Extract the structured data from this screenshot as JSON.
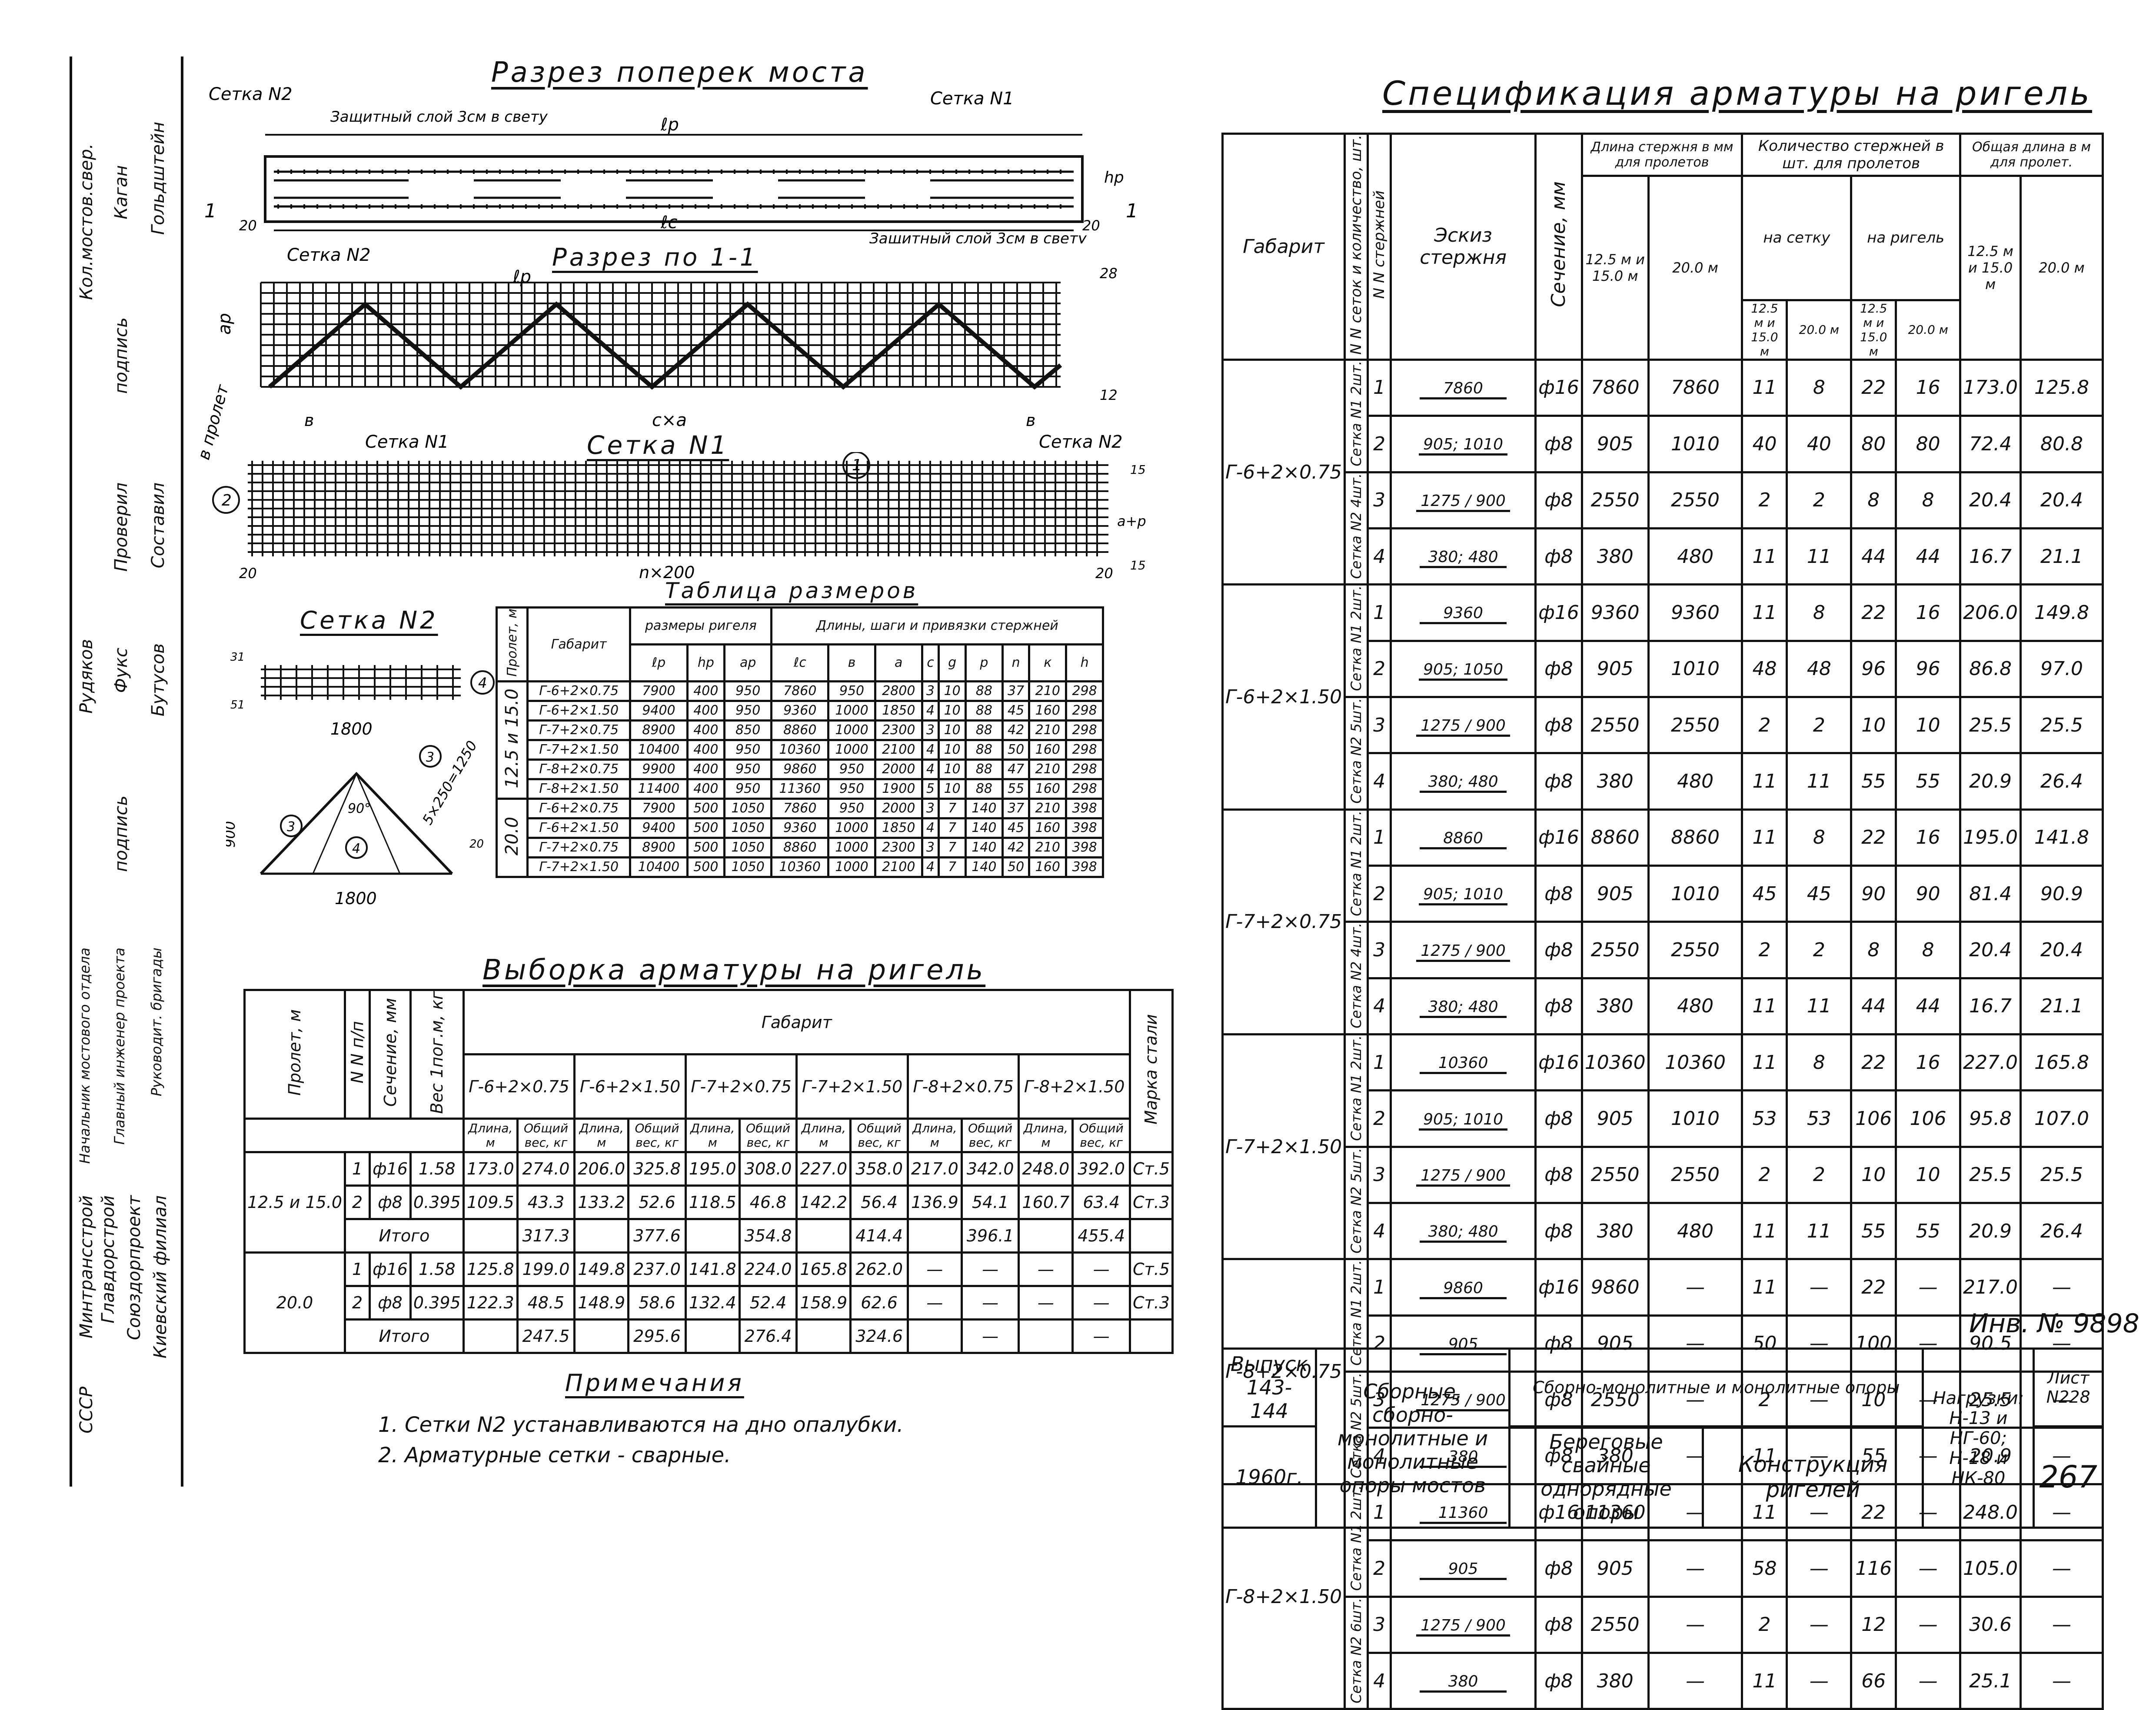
{
  "sheet": {
    "inv": "Инв. № 9898"
  },
  "left_panel": {
    "roles": [
      "Кол.мостов.свер.",
      "Проверил",
      "Составил",
      "Начальник мостового отдела",
      "Главный инженер проекта",
      "Руководит. бригады"
    ],
    "names": [
      "Каган",
      "Гольдштейн",
      "Рудяков",
      "Фукс",
      "Бутусов"
    ],
    "podpis": [
      "подпись",
      "подпись"
    ],
    "org": [
      "СССР",
      "Минтрансстрой",
      "Главдорстрой",
      "Союздорпроект",
      "Киевский филиал"
    ]
  },
  "cross_section": {
    "title": "Разрез поперек моста",
    "labels": [
      "Сетка N2",
      "Защитный слой 3см в свету",
      "ℓр",
      "Сетка N1",
      "ℓс",
      "Защитный слой 3см в свету",
      "hр",
      "20",
      "20",
      "1",
      "1"
    ]
  },
  "section11": {
    "title": "Разрез по 1-1",
    "labels": [
      "Сетка N2",
      "ℓр",
      "ар",
      "в пролет",
      "в",
      "в",
      "с×а",
      "Сетка N1",
      "Сетка N2",
      "28",
      "12"
    ]
  },
  "mesh1": {
    "title": "Сетка N1",
    "labels": [
      "1",
      "2",
      "20",
      "n×200",
      "20",
      "а+р",
      "15",
      "15"
    ]
  },
  "mesh2": {
    "title": "Сетка N2",
    "labels": [
      "4",
      "1800",
      "3",
      "5×250=1250",
      "3",
      "4",
      "90°",
      "900",
      "1800",
      "31",
      "51",
      "20"
    ]
  },
  "dims_table": {
    "title": "Таблица размеров",
    "h_span": "Пролет, м",
    "h_gab": "Габарит",
    "h_sizes": "размеры ригеля",
    "h_lengths": "Длины, шаги и привязки стержней",
    "cols": [
      "ℓр",
      "hр",
      "ар",
      "ℓс",
      "в",
      "а",
      "с",
      "g",
      "р",
      "n",
      "к",
      "h"
    ],
    "groups": [
      {
        "span": "12.5 и 15.0",
        "rows": [
          [
            "Г-6+2×0.75",
            "7900",
            "400",
            "950",
            "7860",
            "950",
            "2800",
            "3",
            "10",
            "88",
            "37",
            "210",
            "298"
          ],
          [
            "Г-6+2×1.50",
            "9400",
            "400",
            "950",
            "9360",
            "1000",
            "1850",
            "4",
            "10",
            "88",
            "45",
            "160",
            "298"
          ],
          [
            "Г-7+2×0.75",
            "8900",
            "400",
            "850",
            "8860",
            "1000",
            "2300",
            "3",
            "10",
            "88",
            "42",
            "210",
            "298"
          ],
          [
            "Г-7+2×1.50",
            "10400",
            "400",
            "950",
            "10360",
            "1000",
            "2100",
            "4",
            "10",
            "88",
            "50",
            "160",
            "298"
          ],
          [
            "Г-8+2×0.75",
            "9900",
            "400",
            "950",
            "9860",
            "950",
            "2000",
            "4",
            "10",
            "88",
            "47",
            "210",
            "298"
          ],
          [
            "Г-8+2×1.50",
            "11400",
            "400",
            "950",
            "11360",
            "950",
            "1900",
            "5",
            "10",
            "88",
            "55",
            "160",
            "298"
          ]
        ]
      },
      {
        "span": "20.0",
        "rows": [
          [
            "Г-6+2×0.75",
            "7900",
            "500",
            "1050",
            "7860",
            "950",
            "2000",
            "3",
            "7",
            "140",
            "37",
            "210",
            "398"
          ],
          [
            "Г-6+2×1.50",
            "9400",
            "500",
            "1050",
            "9360",
            "1000",
            "1850",
            "4",
            "7",
            "140",
            "45",
            "160",
            "398"
          ],
          [
            "Г-7+2×0.75",
            "8900",
            "500",
            "1050",
            "8860",
            "1000",
            "2300",
            "3",
            "7",
            "140",
            "42",
            "210",
            "398"
          ],
          [
            "Г-7+2×1.50",
            "10400",
            "500",
            "1050",
            "10360",
            "1000",
            "2100",
            "4",
            "7",
            "140",
            "50",
            "160",
            "398"
          ]
        ]
      }
    ]
  },
  "selection": {
    "title": "Выборка арматуры на ригель",
    "h_span": "Пролет, м",
    "h_no": "N N п/п",
    "h_sec": "Сечение, мм",
    "h_wt": "Вес 1пог.м, кг",
    "h_gab": "Габарит",
    "h_steel": "Марка стали",
    "gabs": [
      "Г-6+2×0.75",
      "Г-6+2×1.50",
      "Г-7+2×0.75",
      "Г-7+2×1.50",
      "Г-8+2×0.75",
      "Г-8+2×1.50"
    ],
    "sub_len": "Длина, м",
    "sub_wt": "Общий вес, кг",
    "itogo": "Итого",
    "groups": [
      {
        "span": "12.5 и 15.0",
        "rows": [
          {
            "n": "1",
            "sec": "ф16",
            "wt": "1.58",
            "vals": [
              "173.0",
              "274.0",
              "206.0",
              "325.8",
              "195.0",
              "308.0",
              "227.0",
              "358.0",
              "217.0",
              "342.0",
              "248.0",
              "392.0"
            ],
            "steel": "Ст.5"
          },
          {
            "n": "2",
            "sec": "ф8",
            "wt": "0.395",
            "vals": [
              "109.5",
              "43.3",
              "133.2",
              "52.6",
              "118.5",
              "46.8",
              "142.2",
              "56.4",
              "136.9",
              "54.1",
              "160.7",
              "63.4"
            ],
            "steel": "Ст.3"
          }
        ],
        "total": [
          "317.3",
          "377.6",
          "354.8",
          "414.4",
          "396.1",
          "455.4"
        ]
      },
      {
        "span": "20.0",
        "rows": [
          {
            "n": "1",
            "sec": "ф16",
            "wt": "1.58",
            "vals": [
              "125.8",
              "199.0",
              "149.8",
              "237.0",
              "141.8",
              "224.0",
              "165.8",
              "262.0",
              "—",
              "—",
              "—",
              "—"
            ],
            "steel": "Ст.5"
          },
          {
            "n": "2",
            "sec": "ф8",
            "wt": "0.395",
            "vals": [
              "122.3",
              "48.5",
              "148.9",
              "58.6",
              "132.4",
              "52.4",
              "158.9",
              "62.6",
              "—",
              "—",
              "—",
              "—"
            ],
            "steel": "Ст.3"
          }
        ],
        "total": [
          "247.5",
          "295.6",
          "276.4",
          "324.6",
          "—",
          "—"
        ]
      }
    ]
  },
  "notes": {
    "title": "Примечания",
    "items": [
      "1. Сетки N2 устанавливаются на дно опалубки.",
      "2. Арматурные сетки - сварные."
    ]
  },
  "spec": {
    "title": "Спецификация арматуры на ригель",
    "h_gab": "Габарит",
    "h_mesh": "N N сеток и количество, шт.",
    "h_bar": "N N стержней",
    "h_sketch": "Эскиз стержня",
    "h_sec": "Сечение, мм",
    "h_len": "Длина стержня в мм для пролетов",
    "h_cnt": "Количество стержней в шт. для пролетов",
    "h_on_mesh": "на сетку",
    "h_on_rig": "на ригель",
    "h_total": "Общая длина в м для пролет.",
    "sp1": "12.5 м и 15.0 м",
    "sp2": "20.0 м",
    "groups": [
      {
        "gab": "Г-6+2×0.75",
        "meshes": [
          "Сетка N1 2шт.",
          "Сетка N2 4шт."
        ],
        "rows": [
          [
            "1",
            "7860",
            "ф16",
            "7860",
            "7860",
            "11",
            "8",
            "22",
            "16",
            "173.0",
            "125.8"
          ],
          [
            "2",
            "905; 1010",
            "ф8",
            "905",
            "1010",
            "40",
            "40",
            "80",
            "80",
            "72.4",
            "80.8"
          ],
          [
            "3",
            "1275 / 900",
            "ф8",
            "2550",
            "2550",
            "2",
            "2",
            "8",
            "8",
            "20.4",
            "20.4"
          ],
          [
            "4",
            "380; 480",
            "ф8",
            "380",
            "480",
            "11",
            "11",
            "44",
            "44",
            "16.7",
            "21.1"
          ]
        ]
      },
      {
        "gab": "Г-6+2×1.50",
        "meshes": [
          "Сетка N1 2шт.",
          "Сетка N2 5шт."
        ],
        "rows": [
          [
            "1",
            "9360",
            "ф16",
            "9360",
            "9360",
            "11",
            "8",
            "22",
            "16",
            "206.0",
            "149.8"
          ],
          [
            "2",
            "905; 1050",
            "ф8",
            "905",
            "1010",
            "48",
            "48",
            "96",
            "96",
            "86.8",
            "97.0"
          ],
          [
            "3",
            "1275 / 900",
            "ф8",
            "2550",
            "2550",
            "2",
            "2",
            "10",
            "10",
            "25.5",
            "25.5"
          ],
          [
            "4",
            "380; 480",
            "ф8",
            "380",
            "480",
            "11",
            "11",
            "55",
            "55",
            "20.9",
            "26.4"
          ]
        ]
      },
      {
        "gab": "Г-7+2×0.75",
        "meshes": [
          "Сетка N1 2шт.",
          "Сетка N2 4шт."
        ],
        "rows": [
          [
            "1",
            "8860",
            "ф16",
            "8860",
            "8860",
            "11",
            "8",
            "22",
            "16",
            "195.0",
            "141.8"
          ],
          [
            "2",
            "905; 1010",
            "ф8",
            "905",
            "1010",
            "45",
            "45",
            "90",
            "90",
            "81.4",
            "90.9"
          ],
          [
            "3",
            "1275 / 900",
            "ф8",
            "2550",
            "2550",
            "2",
            "2",
            "8",
            "8",
            "20.4",
            "20.4"
          ],
          [
            "4",
            "380; 480",
            "ф8",
            "380",
            "480",
            "11",
            "11",
            "44",
            "44",
            "16.7",
            "21.1"
          ]
        ]
      },
      {
        "gab": "Г-7+2×1.50",
        "meshes": [
          "Сетка N1 2шт.",
          "Сетка N2 5шт."
        ],
        "rows": [
          [
            "1",
            "10360",
            "ф16",
            "10360",
            "10360",
            "11",
            "8",
            "22",
            "16",
            "227.0",
            "165.8"
          ],
          [
            "2",
            "905; 1010",
            "ф8",
            "905",
            "1010",
            "53",
            "53",
            "106",
            "106",
            "95.8",
            "107.0"
          ],
          [
            "3",
            "1275 / 900",
            "ф8",
            "2550",
            "2550",
            "2",
            "2",
            "10",
            "10",
            "25.5",
            "25.5"
          ],
          [
            "4",
            "380; 480",
            "ф8",
            "380",
            "480",
            "11",
            "11",
            "55",
            "55",
            "20.9",
            "26.4"
          ]
        ]
      },
      {
        "gab": "Г-8+2×0.75",
        "meshes": [
          "Сетка N1 2шт.",
          "Сетка N2 5шт."
        ],
        "rows": [
          [
            "1",
            "9860",
            "ф16",
            "9860",
            "—",
            "11",
            "—",
            "22",
            "—",
            "217.0",
            "—"
          ],
          [
            "2",
            "905",
            "ф8",
            "905",
            "—",
            "50",
            "—",
            "100",
            "—",
            "90.5",
            "—"
          ],
          [
            "3",
            "1275 / 900",
            "ф8",
            "2550",
            "—",
            "2",
            "—",
            "10",
            "—",
            "25.5",
            "—"
          ],
          [
            "4",
            "380",
            "ф8",
            "380",
            "—",
            "11",
            "—",
            "55",
            "—",
            "20.9",
            "—"
          ]
        ]
      },
      {
        "gab": "Г-8+2×1.50",
        "meshes": [
          "Сетка N1 2шт.",
          "Сетка N2 6шт."
        ],
        "rows": [
          [
            "1",
            "11360",
            "ф16",
            "11360",
            "—",
            "11",
            "—",
            "22",
            "—",
            "248.0",
            "—"
          ],
          [
            "2",
            "905",
            "ф8",
            "905",
            "—",
            "58",
            "—",
            "116",
            "—",
            "105.0",
            "—"
          ],
          [
            "3",
            "1275 / 900",
            "ф8",
            "2550",
            "—",
            "2",
            "—",
            "12",
            "—",
            "30.6",
            "—"
          ],
          [
            "4",
            "380",
            "ф8",
            "380",
            "—",
            "11",
            "—",
            "66",
            "—",
            "25.1",
            "—"
          ]
        ]
      }
    ]
  },
  "stamp": {
    "issue": "Выпуск 143-144",
    "year": "1960г.",
    "series": "Сборные, сборно-монолитные и монолитные опоры мостов",
    "type": "Сборно-монолитные и монолитные опоры",
    "sub": "Береговые свайные однорядные опоры",
    "name": "Конструкция ригелей",
    "loads": "Нагрузки: Н-13 и НГ-60; Н-18 и НК-80",
    "sheet_lbl": "Лист N228",
    "page": "267"
  }
}
